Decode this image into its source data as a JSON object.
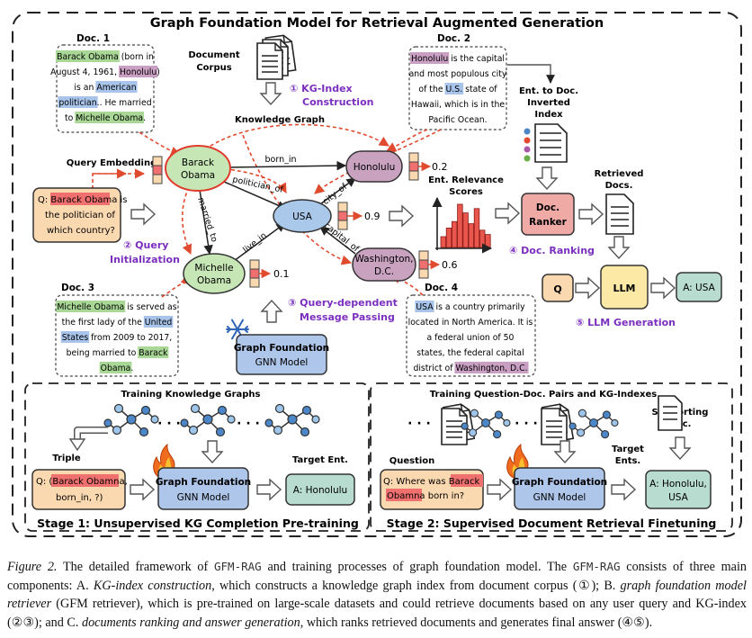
{
  "title": "Graph Foundation Model for Retrieval Augmented Generation",
  "colors": {
    "entity_purple": "#c9a2c0",
    "entity_green": "#c7e6b6",
    "entity_blue": "#aac8ea",
    "query_orange": "#fad8b0",
    "doc_ranker_red": "#f0aaa6",
    "llm_yellow": "#fde9a6",
    "answer_teal": "#b8dccf",
    "gnn_blue": "#aec6ea",
    "highlight_red": "#f07070",
    "highlight_green": "#a9d796",
    "highlight_blue": "#a8c4ea",
    "highlight_purple": "#c9a0c4",
    "arrow_red": "#e04a2e",
    "label_purple": "#7b2fbe"
  },
  "doc1": {
    "title": "Doc. 1",
    "lines": [
      [
        "Barack Obama",
        " (born in"
      ],
      [
        "August 4, 1961, ",
        "Honolulu",
        ")"
      ],
      [
        "is an ",
        "American"
      ],
      [
        "politician",
        ".. He married"
      ],
      [
        "to ",
        "Michelle Obama",
        "."
      ]
    ]
  },
  "doc2": {
    "title": "Doc. 2",
    "lines": [
      [
        "Honolulu",
        " is the capital"
      ],
      [
        "and most populous city"
      ],
      [
        "of the ",
        "U.S.",
        " state of"
      ],
      [
        "Hawaii, which is in the"
      ],
      [
        "Pacific Ocean."
      ]
    ]
  },
  "doc3": {
    "title": "Doc. 3",
    "lines": [
      [
        "Michelle Obama",
        " is served as"
      ],
      [
        "the first lady of the ",
        "United"
      ],
      [
        "States",
        " from 2009 to 2017,"
      ],
      [
        "being married to ",
        "Barack"
      ],
      [
        "Obama",
        "."
      ]
    ]
  },
  "doc4": {
    "title": "Doc. 4",
    "lines": [
      [
        "USA",
        " is a country primarily"
      ],
      [
        "located in North America. It is"
      ],
      [
        "a federal union of 50"
      ],
      [
        "states, the federal capital"
      ],
      [
        "district of ",
        "Washington, D.C."
      ]
    ]
  },
  "corpus": {
    "line1": "Document",
    "line2": "Corpus"
  },
  "kg_index": {
    "num": "①",
    "line1": "KG-Index",
    "line2": "Construction"
  },
  "knowledge_graph": "Knowledge Graph",
  "query_embedding": "Query Embedding",
  "query": {
    "prefix": "Q: ",
    "entity": "Barack Obama",
    "rest1": " is",
    "line2": "the politician of",
    "line3": "which country?"
  },
  "query_init": {
    "num": "②",
    "line1": "Query",
    "line2": "Initialization"
  },
  "nodes": {
    "barack1": "Barack",
    "barack2": "Obama",
    "honolulu": "Honolulu",
    "usa": "USA",
    "michelle1": "Michelle",
    "michelle2": "Obama",
    "washington1": "Washington,",
    "washington2": "D.C."
  },
  "edges": {
    "born_in": "born_in",
    "politician_of": "politician_of",
    "married_to": "married_to",
    "live_in": "live_in",
    "city_of": "city_of",
    "capital_of": "capital_of"
  },
  "scores": {
    "honolulu": "0.2",
    "usa": "0.9",
    "washington": "0.6",
    "michelle": "0.1"
  },
  "relevance": {
    "line1": "Ent. Relevance",
    "line2": "Scores"
  },
  "bar_heights": [
    0.25,
    0.45,
    0.6,
    1.0,
    0.8,
    0.55,
    0.9,
    0.4,
    0.3
  ],
  "inverted": {
    "line1": "Ent. to Doc.",
    "line2": "Inverted",
    "line3": "Index"
  },
  "ranker": {
    "line1": "Doc.",
    "line2": "Ranker"
  },
  "retrieved": {
    "line1": "Retrieved",
    "line2": "Docs."
  },
  "doc_ranking": {
    "num": "④",
    "label": "Doc. Ranking"
  },
  "llm": "LLM",
  "q_label": "Q",
  "answer1": "A: USA",
  "llm_gen": {
    "num": "⑤",
    "label": "LLM Generation"
  },
  "message_passing": {
    "num": "③",
    "line1": "Query-dependent",
    "line2": "Message Passing"
  },
  "gnn": {
    "line1": "Graph Foundation",
    "line2": "GNN Model"
  },
  "stage1": {
    "training_kg": "Training Knowledge Graphs",
    "triple": "Triple",
    "q_prefix": "Q: (",
    "q_entity": "Barack Obamna",
    "q_rest": ",",
    "q_line2": "born_in, ?)",
    "target": "Target Ent.",
    "answer": "A: Honolulu",
    "title": "Stage 1: Unsupervised KG Completion Pre-training"
  },
  "stage2": {
    "training": "Training Question-Doc. Pairs and KG-Indexes",
    "question": "Question",
    "q_prefix": "Q: Where was ",
    "q_entity1": "Barack",
    "q_entity2": "Obamna",
    "q_rest": " born in?",
    "supporting1": "Supporting",
    "supporting2": "Doc.",
    "target1": "Target",
    "target2": "Ents.",
    "answer1": "A: Honolulu,",
    "answer2": "USA",
    "title": "Stage 2: Supervised Document Retrieval Finetuning"
  },
  "dots": "· · ·",
  "caption": {
    "label": "Figure 2.",
    "t1": " The detailed framework of ",
    "gfm": "GFM-RAG",
    "t2": " and training processes of graph foundation model. The ",
    "t3": " consists of three main components: A. ",
    "kgi": "KG-index construction",
    "t4": ", which constructs a knowledge graph index from document corpus (①); B. ",
    "gfmr": "graph foundation model retriever",
    "t5": " (GFM retriever), which is pre-trained on large-scale datasets and could retrieve documents based on any user query and KG-index (②③); and C. ",
    "dra": "documents ranking and answer generation",
    "t6": ", which ranks retrieved documents and generates final answer (④⑤)."
  }
}
